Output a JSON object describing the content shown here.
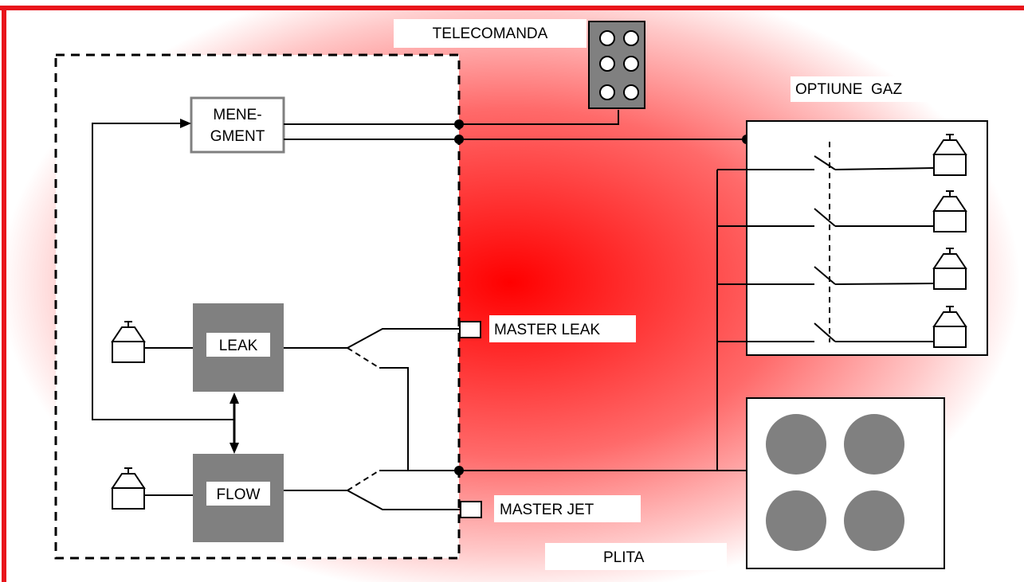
{
  "colors": {
    "frame": "#e8141b",
    "glow": "#ff0000",
    "block_fill": "#808080",
    "burner_fill": "#808080",
    "line": "#000000",
    "label_bg": "#ffffff"
  },
  "labels": {
    "telecomanda": "TELECOMANDA",
    "optiune_gaz": "OPTIUNE  GAZ",
    "management_line1": "MENE-",
    "management_line2": "GMENT",
    "leak": "LEAK",
    "flow": "FLOW",
    "master_leak": "MASTER LEAK",
    "master_jet": "MASTER JET",
    "plita": "PLITA"
  },
  "remote": {
    "button_count": 6
  },
  "gas_option": {
    "valve_count": 4
  },
  "hob": {
    "burner_count": 4
  }
}
